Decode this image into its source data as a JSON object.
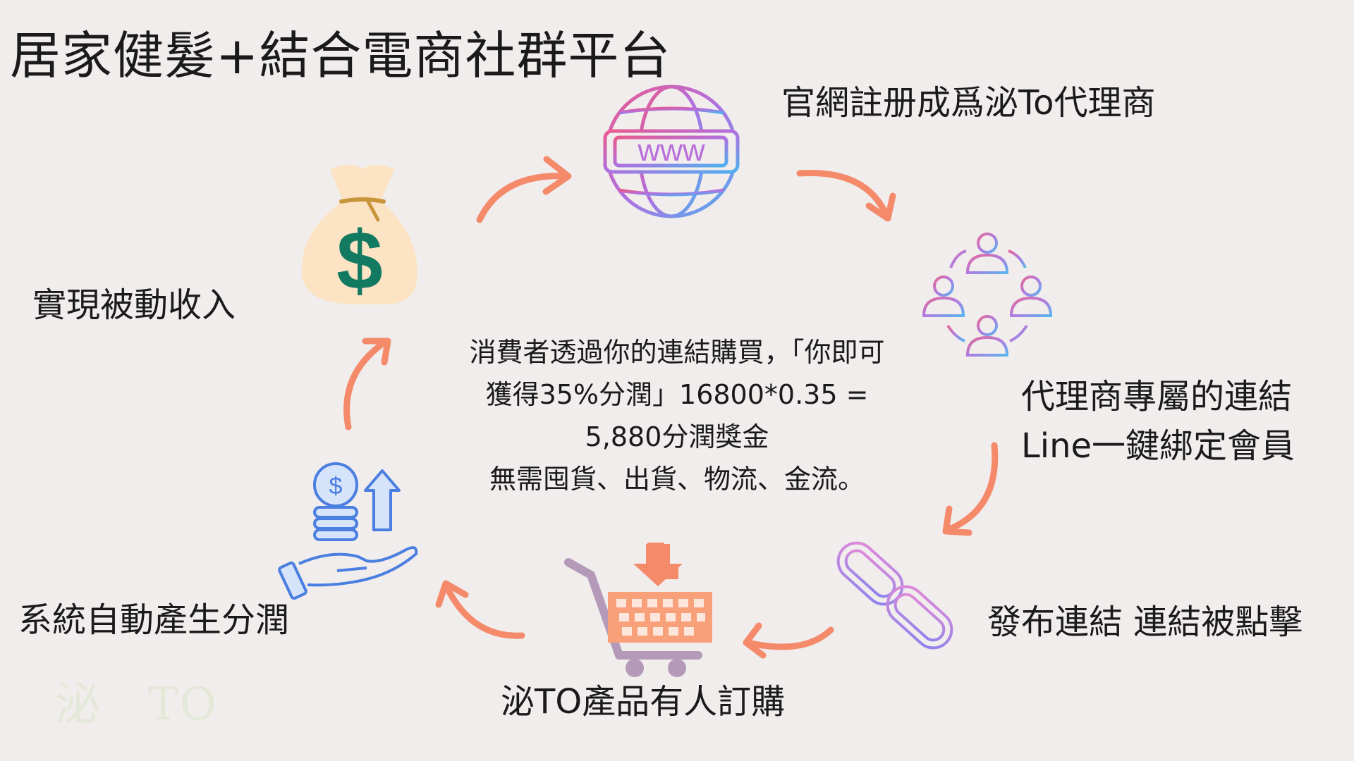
{
  "title": "居家健髮+結合電商社群平台",
  "steps": {
    "register": "官網註册成爲泌To代理商",
    "link_line1": "代理商專屬的連結",
    "link_line2": "Line一鍵綁定會員",
    "publish": "發布連結 連結被點擊",
    "order": "泌TO產品有人訂購",
    "profit": "系統自動產生分潤",
    "income": "實現被動收入"
  },
  "center": {
    "line1": "消費者透過你的連結購買，「你即可",
    "line2": "獲得35%分潤」16800*0.35 =",
    "line3": "5,880分潤獎金",
    "line4": "無需囤貨、出貨、物流、金流。"
  },
  "icons": {
    "globe_text": "www",
    "coin_symbol": "$",
    "bag_symbol": "$"
  },
  "watermark": "泌　TO",
  "colors": {
    "background": "#f0edec",
    "arrow": "#f58a6b",
    "money_green": "#137a62",
    "bag": "#fbe3c4",
    "coin_blue": "#4a7ee0",
    "cart_orange": "#f7a07a",
    "cart_frame": "#b49ab8"
  }
}
